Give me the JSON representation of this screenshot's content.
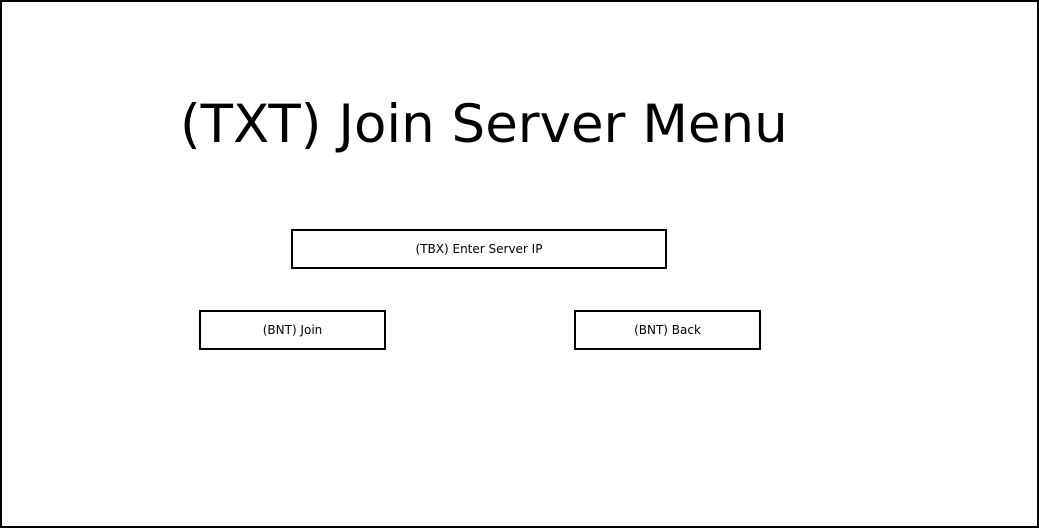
{
  "screen": {
    "title": "(TXT) Join Server Menu",
    "server_ip_input": {
      "label": "(TBX) Enter Server IP"
    },
    "buttons": {
      "join_label": "(BNT) Join",
      "back_label": "(BNT) Back"
    }
  }
}
